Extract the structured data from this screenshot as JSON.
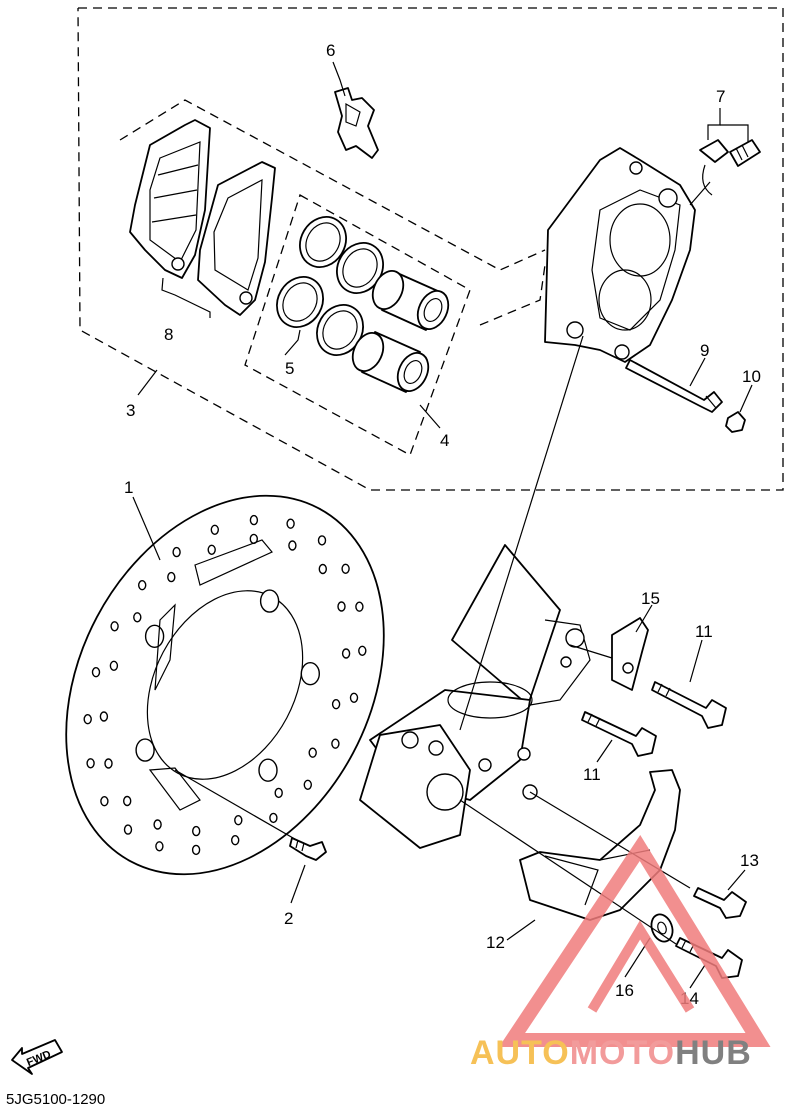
{
  "callouts": [
    {
      "id": "1",
      "label": "1"
    },
    {
      "id": "2",
      "label": "2"
    },
    {
      "id": "3",
      "label": "3"
    },
    {
      "id": "4",
      "label": "4"
    },
    {
      "id": "5",
      "label": "5"
    },
    {
      "id": "6",
      "label": "6"
    },
    {
      "id": "7",
      "label": "7"
    },
    {
      "id": "8",
      "label": "8"
    },
    {
      "id": "9",
      "label": "9"
    },
    {
      "id": "10",
      "label": "10"
    },
    {
      "id": "11a",
      "label": "11"
    },
    {
      "id": "11b",
      "label": "11"
    },
    {
      "id": "12",
      "label": "12"
    },
    {
      "id": "13",
      "label": "13"
    },
    {
      "id": "14",
      "label": "14"
    },
    {
      "id": "15",
      "label": "15"
    },
    {
      "id": "16",
      "label": "16"
    }
  ],
  "diagram_code": "5JG5100-1290",
  "fwd_label": "FWD",
  "watermark": {
    "part1": "AUTO",
    "part2": "MOTO",
    "part3": "HUB",
    "color_auto": "#f5b73a",
    "color_moto": "#f08a8a",
    "color_hub": "#6b6b6b",
    "triangle_color": "#f07c7c"
  }
}
